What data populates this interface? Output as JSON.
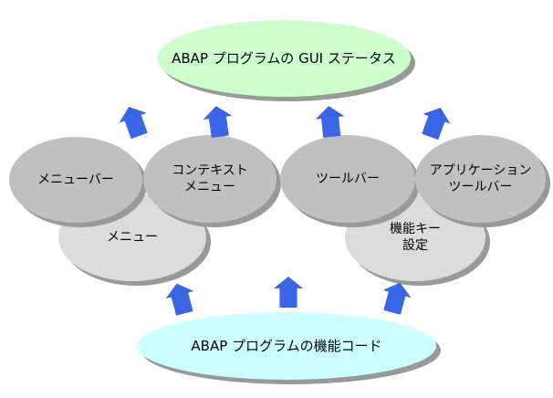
{
  "diagram": {
    "top_node": {
      "name": "gui-status",
      "label_lines": [
        "ABAP プログラムの GUI ステータス"
      ]
    },
    "component_nodes": [
      {
        "name": "menu-bar",
        "label_lines": [
          "メニューバー"
        ]
      },
      {
        "name": "context-menu",
        "label_lines": [
          "コンテキスト",
          "メニュー"
        ]
      },
      {
        "name": "toolbar",
        "label_lines": [
          "ツールバー"
        ]
      },
      {
        "name": "application-toolbar",
        "label_lines": [
          "アプリケーション",
          "ツールバー"
        ]
      }
    ],
    "subcomponent_nodes": [
      {
        "name": "menu",
        "label_lines": [
          "メニュー"
        ]
      },
      {
        "name": "function-key-settings",
        "label_lines": [
          "機能キー",
          "設定"
        ]
      }
    ],
    "bottom_node": {
      "name": "function-codes",
      "label_lines": [
        "ABAP プログラムの機能コード"
      ]
    },
    "arrows": {
      "count": 7,
      "direction": "up",
      "icon": "block-up-arrow-icon"
    }
  },
  "colors": {
    "background": "#ffffff",
    "top_ellipse_fill": "#ccffcc",
    "bottom_ellipse_fill": "#ccffff",
    "component_fill": "#c0c0c0",
    "subcomponent_fill": "#dcdcdc",
    "shadow": "#999999",
    "arrow": "#3a66e6",
    "text": "#000000"
  }
}
